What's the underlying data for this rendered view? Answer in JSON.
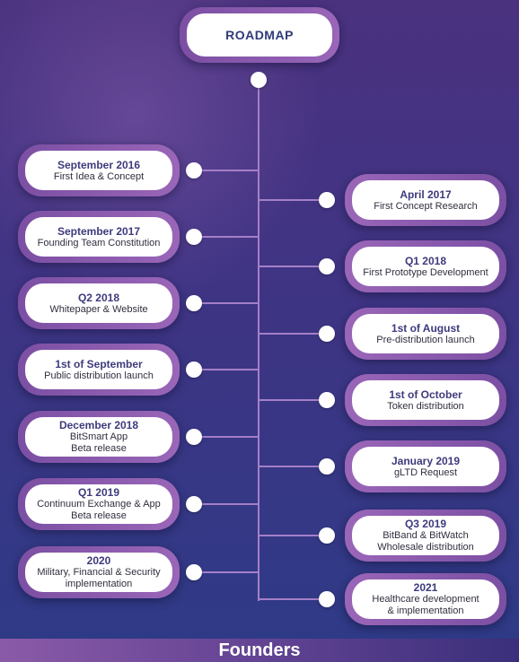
{
  "title": "ROADMAP",
  "left": [
    {
      "date": "September 2016",
      "lines": [
        "First Idea & Concept"
      ]
    },
    {
      "date": "September 2017",
      "lines": [
        "Founding Team Constitution"
      ]
    },
    {
      "date": "Q2 2018",
      "lines": [
        "Whitepaper & Website"
      ]
    },
    {
      "date": "1st of September",
      "lines": [
        "Public distribution launch"
      ]
    },
    {
      "date": "December 2018",
      "lines": [
        "BitSmart App",
        "Beta release"
      ]
    },
    {
      "date": "Q1 2019",
      "lines": [
        "Continuum Exchange & App",
        "Beta release"
      ]
    },
    {
      "date": "2020",
      "lines": [
        "Military, Financial & Security",
        "implementation"
      ]
    }
  ],
  "right": [
    {
      "date": "April 2017",
      "lines": [
        "First Concept Research"
      ]
    },
    {
      "date": "Q1 2018",
      "lines": [
        "First Prototype Development"
      ]
    },
    {
      "date": "1st of August",
      "lines": [
        "Pre-distribution launch"
      ]
    },
    {
      "date": "1st of October",
      "lines": [
        "Token distribution"
      ]
    },
    {
      "date": "January 2019",
      "lines": [
        "gLTD Request"
      ]
    },
    {
      "date": "Q3 2019",
      "lines": [
        "BitBand & BitWatch",
        "Wholesale distribution"
      ]
    },
    {
      "date": "2021",
      "lines": [
        "Healthcare development",
        "& implementation"
      ]
    }
  ],
  "footer": "Founders"
}
